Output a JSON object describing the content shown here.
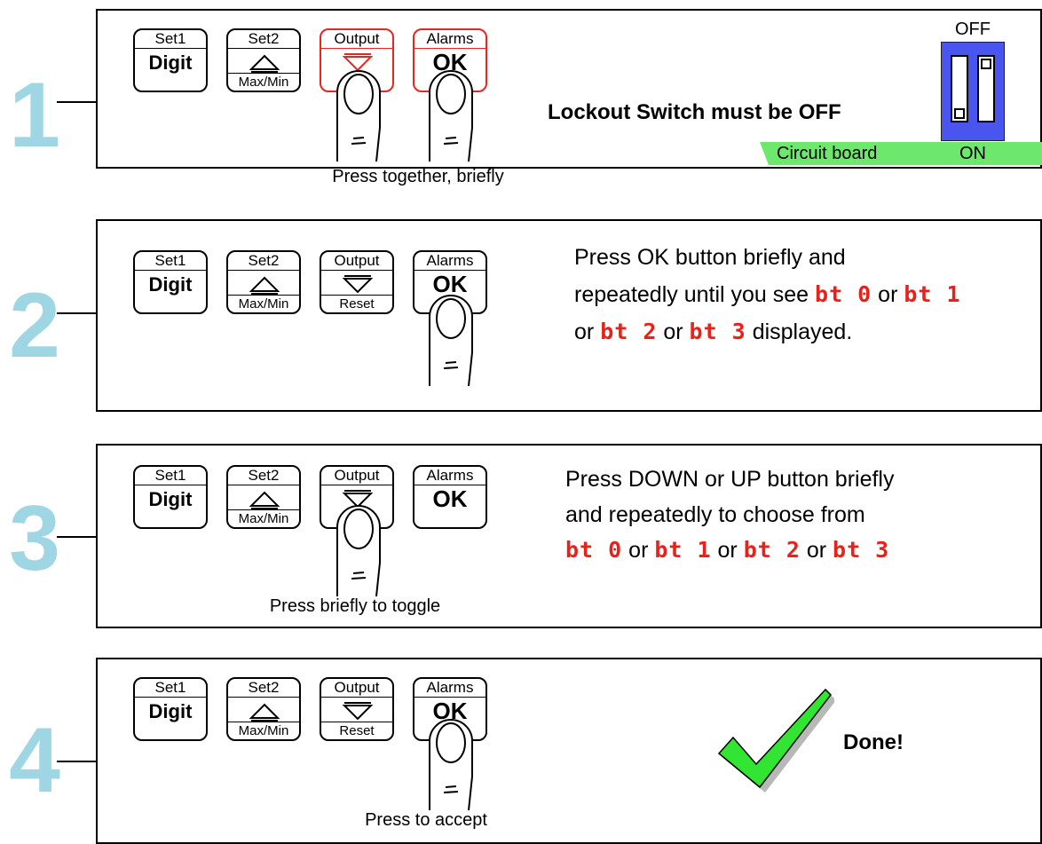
{
  "buttons": {
    "set1_top": "Set1",
    "set1_main": "Digit",
    "set2_top": "Set2",
    "set2_bottom": "Max/Min",
    "output_top": "Output",
    "output_bottom": "Reset",
    "alarms_top": "Alarms",
    "alarms_main": "OK"
  },
  "colors": {
    "step_number": "#9fd6e4",
    "highlight_red": "#e52621",
    "segment_red": "#e8211a",
    "switch_blue": "#4a55f0",
    "board_green": "#6de86d",
    "check_green": "#33e533"
  },
  "step1": {
    "number": "1",
    "caption": "Press together, briefly",
    "text": "Lockout Switch must be OFF",
    "switch_off_label": "OFF",
    "switch_on_label": "ON",
    "board_label": "Circuit board"
  },
  "step2": {
    "number": "2",
    "line1": "Press OK button briefly and",
    "line2_a": "repeatedly until you see ",
    "code0": "bt 0",
    "or_a": " or ",
    "code1": "bt 1",
    "line3_a": "or ",
    "code2": "bt 2",
    "or_b": " or ",
    "code3": "bt 3",
    "line3_b": " displayed."
  },
  "step3": {
    "number": "3",
    "caption": "Press briefly to toggle",
    "line1": "Press DOWN or UP  button briefly",
    "line2": "and repeatedly to choose from",
    "code0": "bt 0",
    "or_a": " or ",
    "code1": "bt 1",
    "or_b": " or ",
    "code2": "bt 2",
    "or_c": " or ",
    "code3": "bt 3"
  },
  "step4": {
    "number": "4",
    "caption": "Press to accept",
    "done": "Done!"
  }
}
